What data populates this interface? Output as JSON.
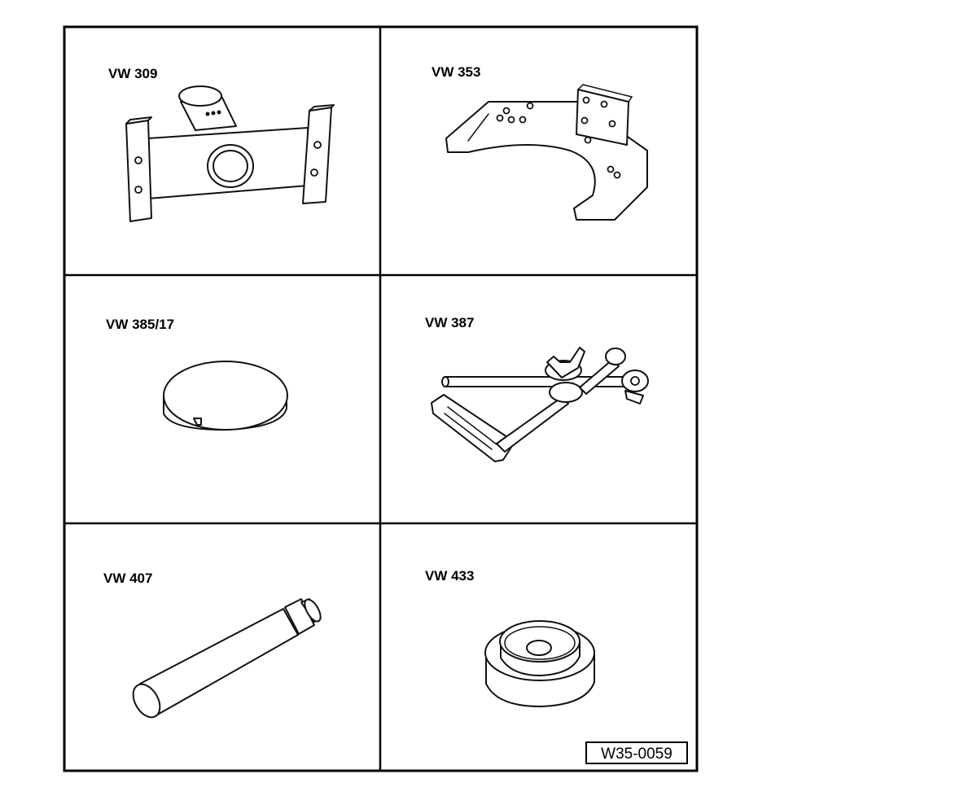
{
  "tools": [
    {
      "label": "VW 309",
      "icon": "bridge-bracket-icon"
    },
    {
      "label": "VW 353",
      "icon": "curved-plate-bracket-icon"
    },
    {
      "label": "VW 385/17",
      "icon": "disc-gauge-icon"
    },
    {
      "label": "VW 387",
      "icon": "dial-gauge-holder-icon"
    },
    {
      "label": "VW 407",
      "icon": "drift-rod-icon"
    },
    {
      "label": "VW 433",
      "icon": "stepped-thrust-piece-icon"
    }
  ],
  "reference_code": "W35-0059"
}
